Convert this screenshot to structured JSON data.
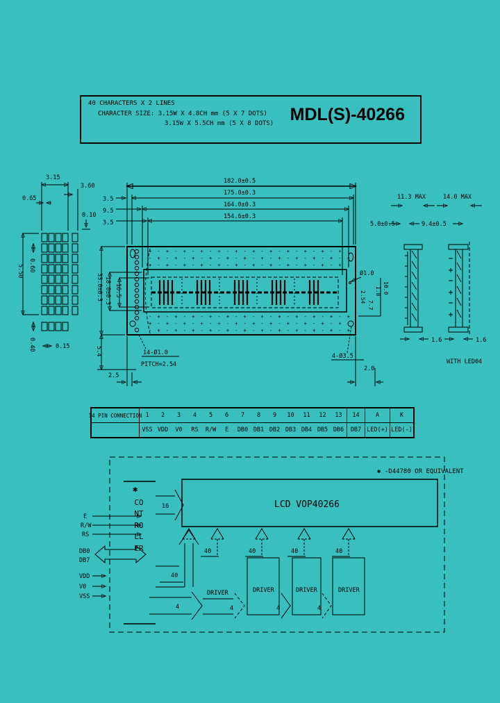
{
  "page": {
    "bg": "#38BFBE",
    "ink": "#000000"
  },
  "title_block": {
    "line1": "40 CHARACTERS X 2 LINES",
    "line2": "CHARACTER SIZE: 3.15W X 4.8CH mm (5 X 7 DOTS)",
    "line3": "3.15W X 5.5CH mm (5 X 8 DOTS)",
    "model": "MDL(S)-40266"
  },
  "mech": {
    "h_dims": [
      "182.0±0.5",
      "175.0±0.3",
      "164.0±0.3",
      "154.6±0.3"
    ],
    "left_offsets": [
      "3.5",
      "9.5",
      "3.5"
    ],
    "cell_detail": {
      "w_char": "3.15",
      "w_pitch": "3.60",
      "w_dot": "0.65",
      "gap": "0.10",
      "h_char": "5.50",
      "h_dot": "0.60",
      "row_gap": "0.40",
      "col_gap": "0.15"
    },
    "v_dims": [
      "33.0±0.3",
      "18.0±0.3",
      "16.5"
    ],
    "dim_5_4": "5.4",
    "dim_2_5": "2.5",
    "pin_hole_label": "14-Ø1.0",
    "pitch_label": "PITCH=2.54",
    "hole_label": "Ø1.0",
    "mount_hole_label": "4-Ø3.5",
    "dim_2_0": "2.0",
    "right_small_dims": [
      "2.54",
      "7.7",
      "1.8",
      "10.0"
    ],
    "pad_a": "+ - + - + - + - + - + - + - + - + - + - + - + -",
    "pad_b": "- + - + - + - + - + - + - + - + - + - + - + - +",
    "side_views": {
      "left_max": "11.3 MAX",
      "right_max": "14.0 MAX",
      "left_w": "5.0±0.5",
      "right_w": "9.4±0.5",
      "left_t": "1.6",
      "right_t": "1.6",
      "with_led": "WITH LED04"
    }
  },
  "pin_table": {
    "header": "14 PIN CONNECTION",
    "pins": [
      {
        "no": "1",
        "name": "VSS"
      },
      {
        "no": "2",
        "name": "VDD"
      },
      {
        "no": "3",
        "name": "V0"
      },
      {
        "no": "4",
        "name": "RS"
      },
      {
        "no": "5",
        "name": "R/W"
      },
      {
        "no": "6",
        "name": "E"
      },
      {
        "no": "7",
        "name": "DB0"
      },
      {
        "no": "8",
        "name": "DB1"
      },
      {
        "no": "9",
        "name": "DB2"
      },
      {
        "no": "10",
        "name": "DB3"
      },
      {
        "no": "11",
        "name": "DB4"
      },
      {
        "no": "12",
        "name": "DB5"
      },
      {
        "no": "13",
        "name": "DB6"
      },
      {
        "no": "14",
        "name": "DB7"
      },
      {
        "no": "A",
        "name": "LED(+)"
      },
      {
        "no": "K",
        "name": "LED(-)"
      }
    ]
  },
  "block_diagram": {
    "note": "✱ -D44780 OR EQUIVALENT",
    "controller_star": "✱",
    "controller_label": "CONTROLLER",
    "lcd_label": "LCD VOP40266",
    "drivers": [
      "DRIVER",
      "DRIVER",
      "DRIVER",
      "DRIVER"
    ],
    "signals": [
      "E",
      "R/W",
      "RS"
    ],
    "bus_signals": [
      "DB0",
      "DB7"
    ],
    "power": [
      "VDD",
      "V0",
      "VSS"
    ],
    "bus16": "16",
    "bus40": "40",
    "driver_buses": [
      "40",
      "40",
      "40",
      "40"
    ],
    "chain_buses": [
      "4",
      "4",
      "4",
      "4"
    ]
  }
}
